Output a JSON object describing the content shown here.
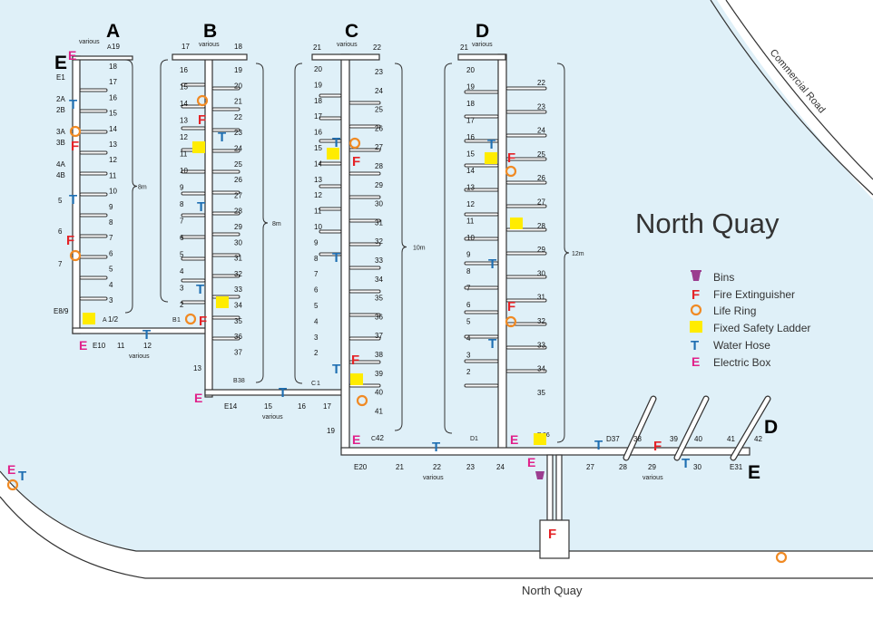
{
  "title": "North Quay",
  "road_label": "Commercial Road",
  "quay_label": "North Quay",
  "colors": {
    "water": "#dff0f8",
    "land": "#ffffff",
    "pontoon": "#333333",
    "F": "#e42327",
    "T": "#1f6fb2",
    "E": "#e0218a",
    "ring": "#f08a24",
    "ladder": "#ffec00",
    "bins": "#9b3d8f"
  },
  "legend": [
    {
      "icon": "bins-icon",
      "label": "Bins"
    },
    {
      "icon": "F",
      "label": "Fire Extinguisher"
    },
    {
      "icon": "ring",
      "label": "Life Ring"
    },
    {
      "icon": "ladder",
      "label": "Fixed Safety Ladder"
    },
    {
      "icon": "T",
      "label": "Water Hose"
    },
    {
      "icon": "E",
      "label": "Electric Box"
    }
  ],
  "pontoons": [
    {
      "name": "A",
      "top": "19",
      "top_note": "various",
      "top_prefix": "A",
      "left": [
        "E1",
        "2A",
        "2B",
        "3A",
        "3B",
        "4A",
        "4B",
        "5",
        "6",
        "7",
        "E8/9"
      ],
      "right": [
        "18",
        "17",
        "16",
        "15",
        "14",
        "13",
        "12",
        "11",
        "10",
        "9",
        "8",
        "7",
        "6",
        "5",
        "4",
        "3"
      ],
      "bottom_prefix": "A",
      "bottom": "1/2",
      "width": "8m",
      "spine": [
        "E10",
        "11",
        "12"
      ],
      "spine_note": "various"
    },
    {
      "name": "B",
      "top_left": "17",
      "top_right": "18",
      "top_note": "various",
      "left": [
        "16",
        "15",
        "14",
        "13",
        "12",
        "11",
        "10",
        "9",
        "8",
        "7",
        "6",
        "5",
        "4",
        "3",
        "2"
      ],
      "right": [
        "19",
        "20",
        "21",
        "22",
        "23",
        "24",
        "25",
        "26",
        "27",
        "28",
        "29",
        "30",
        "31",
        "32",
        "33",
        "34",
        "35",
        "36",
        "37"
      ],
      "b1_prefix": "B",
      "b1": "1",
      "b38_prefix": "B",
      "b38": "38",
      "extra": "13",
      "width": "8m",
      "spine": [
        "E14",
        "15",
        "16",
        "17"
      ],
      "spine_note": "various"
    },
    {
      "name": "C",
      "top_left": "21",
      "top_right": "22",
      "top_note": "various",
      "left": [
        "20",
        "19",
        "18",
        "17",
        "16",
        "15",
        "14",
        "13",
        "12",
        "11",
        "10",
        "9",
        "8",
        "7",
        "6",
        "5",
        "4",
        "3",
        "2"
      ],
      "right": [
        "23",
        "24",
        "25",
        "26",
        "27",
        "28",
        "29",
        "30",
        "31",
        "32",
        "33",
        "34",
        "35",
        "36",
        "37",
        "38",
        "39",
        "40",
        "41"
      ],
      "c1_prefix": "C",
      "c1": "1",
      "c42_prefix": "C",
      "c42": "42",
      "extra": "19",
      "width": "10m"
    },
    {
      "name": "D",
      "top_left": "21",
      "top_note": "various",
      "left": [
        "20",
        "19",
        "18",
        "17",
        "16",
        "15",
        "14",
        "13",
        "12",
        "11",
        "10",
        "9",
        "8",
        "7",
        "6",
        "5",
        "4",
        "3",
        "2"
      ],
      "right": [
        "22",
        "23",
        "24",
        "25",
        "26",
        "27",
        "28",
        "29",
        "30",
        "31",
        "32",
        "33",
        "34",
        "35"
      ],
      "d1_prefix": "D",
      "d1": "1",
      "d36_prefix": "D",
      "d36": "36",
      "width": "12m"
    }
  ],
  "main_spine": [
    "E20",
    "21",
    "22",
    "23",
    "24",
    "27",
    "28",
    "29",
    "30",
    "E31"
  ],
  "main_spine_note": "various",
  "main_spine_top": [
    "D37",
    "38",
    "39",
    "40",
    "41",
    "42"
  ],
  "pier_e_letters": [
    "E",
    "E",
    "E"
  ],
  "pier_d_letter": "D",
  "icon_letters": {
    "F": "F",
    "T": "T",
    "E": "E"
  }
}
